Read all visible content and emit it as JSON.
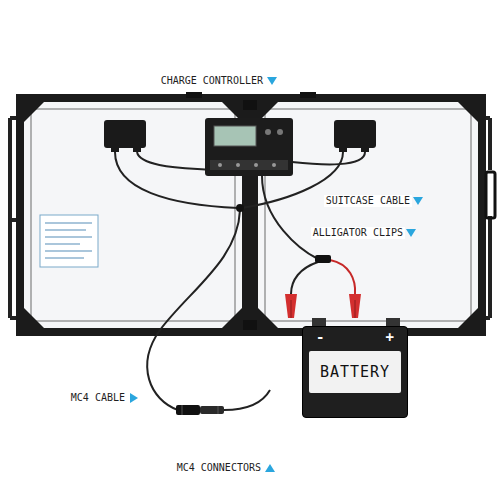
{
  "diagram": {
    "nodes": [
      {
        "text": [
          "-",
          "+",
          "BATTERY"
        ]
      }
    ],
    "labels": [
      "CHARGE CONTROLLER",
      "SUITCASE CABLE",
      "ALLIGATOR CLIPS",
      "MC4 CABLE",
      "MC4 CONNECTORS"
    ]
  }
}
